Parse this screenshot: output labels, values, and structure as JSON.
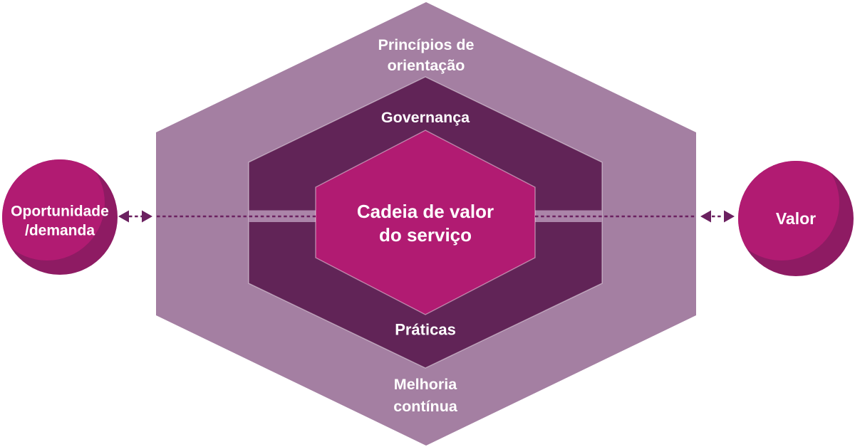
{
  "colors": {
    "outer_hex": "#a47fa2",
    "middle_hex": "#612457",
    "inner_hex": "#b11b72",
    "circle_main": "#b11b72",
    "circle_shadow": "#8e1b63",
    "slit_band": "#ab85a9",
    "arrow": "#6b2160",
    "label_text": "#ffffff"
  },
  "svs": {
    "guiding_principles": {
      "line1": "Princípios de",
      "line2": "orientação"
    },
    "governance": {
      "label": "Governança"
    },
    "service_value_chain": {
      "line1": "Cadeia de valor",
      "line2": "do serviço"
    },
    "practices": {
      "label": "Práticas"
    },
    "continual_improvement": {
      "line1": "Melhoria",
      "line2": "contínua"
    },
    "opportunity_demand": {
      "line1": "Oportunidade",
      "line2": "/demanda"
    },
    "value": {
      "label": "Valor"
    }
  }
}
